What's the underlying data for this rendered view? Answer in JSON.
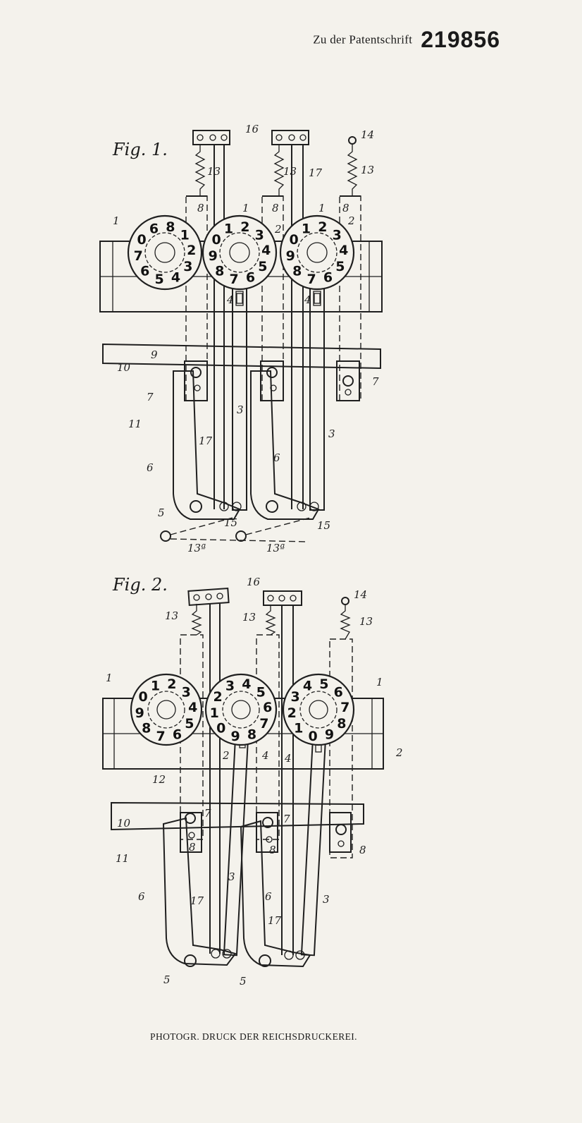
{
  "header": {
    "label": "Zu der Patentschrift",
    "number": "219856"
  },
  "figures": [
    {
      "label": "Fig. 1.",
      "wheel_digits": [
        [
          "0",
          "6",
          "8",
          "1",
          "2",
          "3",
          "4",
          "5",
          "6",
          "7"
        ],
        [
          "0",
          "1",
          "2",
          "3",
          "4",
          "5",
          "6",
          "7",
          "8",
          "9"
        ],
        [
          "0",
          "1",
          "2",
          "3",
          "4",
          "5",
          "6",
          "7",
          "8",
          "9"
        ]
      ]
    },
    {
      "label": "Fig. 2.",
      "wheel_digits": [
        [
          "0",
          "1",
          "2",
          "3",
          "4",
          "5",
          "6",
          "7",
          "8",
          "9"
        ],
        [
          "2",
          "3",
          "4",
          "5",
          "6",
          "7",
          "8",
          "9",
          "0",
          "1"
        ],
        [
          "3",
          "4",
          "5",
          "6",
          "7",
          "8",
          "9",
          "0",
          "1",
          "2"
        ]
      ]
    }
  ],
  "reference_numerals": {
    "n1": "1",
    "n2": "2",
    "n3": "3",
    "n4": "4",
    "n5": "5",
    "n6": "6",
    "n7": "7",
    "n8": "8",
    "n9": "9",
    "n10": "10",
    "n11": "11",
    "n12": "12",
    "n13": "13",
    "n13a": "13ª",
    "n14": "14",
    "n15": "15",
    "n16": "16",
    "n17": "17"
  },
  "footer": {
    "text": "PHOTOGR. DRUCK DER REICHSDRUCKEREI."
  }
}
